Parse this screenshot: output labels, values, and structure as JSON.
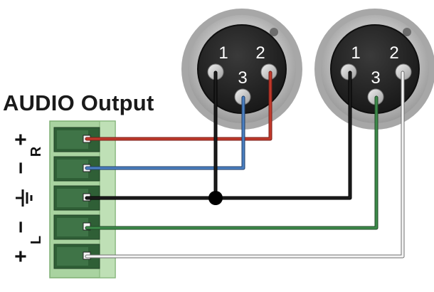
{
  "title": "AUDIO Output",
  "terminal_block": {
    "side_labels": {
      "r_plus": "+",
      "r_minus": "−",
      "r_letter": "R",
      "l_minus": "−",
      "l_plus": "+",
      "l_letter": "L",
      "ground_icon": "ground-icon"
    },
    "terminals": [
      "R+",
      "R−",
      "GND",
      "L−",
      "L+"
    ]
  },
  "xlr_connectors": [
    {
      "pins": {
        "p1": "1",
        "p2": "2",
        "p3": "3"
      }
    },
    {
      "pins": {
        "p1": "1",
        "p2": "2",
        "p3": "3"
      }
    }
  ],
  "wires": [
    {
      "from": "R+",
      "to": "XLR1 pin 2",
      "color": "#c0392b"
    },
    {
      "from": "R−",
      "to": "XLR1 pin 3",
      "color": "#4a7fc1"
    },
    {
      "from": "GND",
      "to": "XLR1 pin 1 + XLR2 pin 1",
      "color": "#111111"
    },
    {
      "from": "L−",
      "to": "XLR2 pin 3",
      "color": "#3d8a4a"
    },
    {
      "from": "L+",
      "to": "XLR2 pin 2",
      "color": "#d8d8d8"
    }
  ],
  "colors": {
    "terminal_block": "#a9d3a0",
    "connector_face": "#262626",
    "connector_ring": "#bdbdbd"
  }
}
